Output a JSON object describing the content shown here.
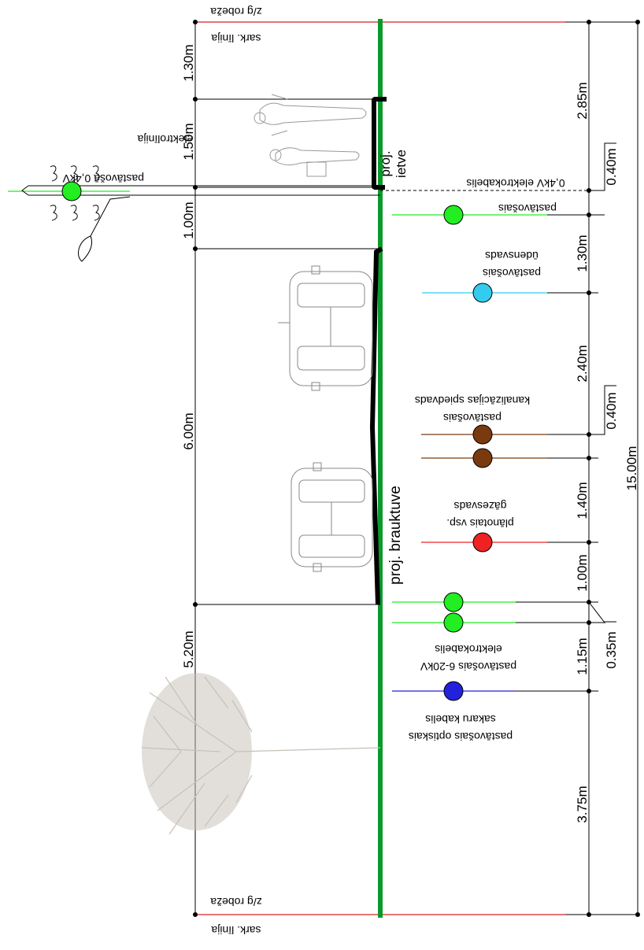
{
  "labels": {
    "top_boundary": "z/g robeža",
    "top_red_line": "sark. līnija",
    "bottom_boundary": "z/g robeža",
    "bottom_red_line": "sark. līnija",
    "proj_ietve_1": "proj.",
    "proj_ietve_2": "ietve",
    "proj_brauktuve": "proj. brauktuve",
    "pole_label_1": "pastāvošā 0,4kV",
    "pole_label_2": "elektrolīnija",
    "u_04kv_1": "0,4kV elektrokabelis",
    "u_04kv_2": "pastāvošais",
    "u_water_1": "pastāvošais",
    "u_water_2": "ūdensvads",
    "u_sewer_1": "pastāvošais",
    "u_sewer_2": "kanalizācijas spiedvads",
    "u_gas_1": "plānotais vsp.",
    "u_gas_2": "gāzesvads",
    "u_20kv_1": "pastāvošais 6-20kV",
    "u_20kv_2": "elektrokabelis",
    "u_optic_1": "pastāvošais optiskais",
    "u_optic_2": "sakaru kabelis"
  },
  "dims_left": [
    "1.30m",
    "1.50m",
    "1.00m",
    "6.00m",
    "5.20m"
  ],
  "dims_right": [
    "2.85m",
    "1.30m",
    "2.40m",
    "1.40m",
    "1.00m",
    "1.15m",
    "3.75m"
  ],
  "dims_offset": [
    "0.40m",
    "0.40m",
    "0.35m"
  ],
  "dim_total": "15.00m",
  "colors": {
    "ground": "#0a9a2a",
    "red_line": "#d42020",
    "green_cable": "#22ee22",
    "water": "#33ccee",
    "sewer": "#7a3a10",
    "gas": "#ee2222",
    "optic": "#2222dd",
    "tree": "#c6c0b8",
    "sketch": "#999999"
  }
}
